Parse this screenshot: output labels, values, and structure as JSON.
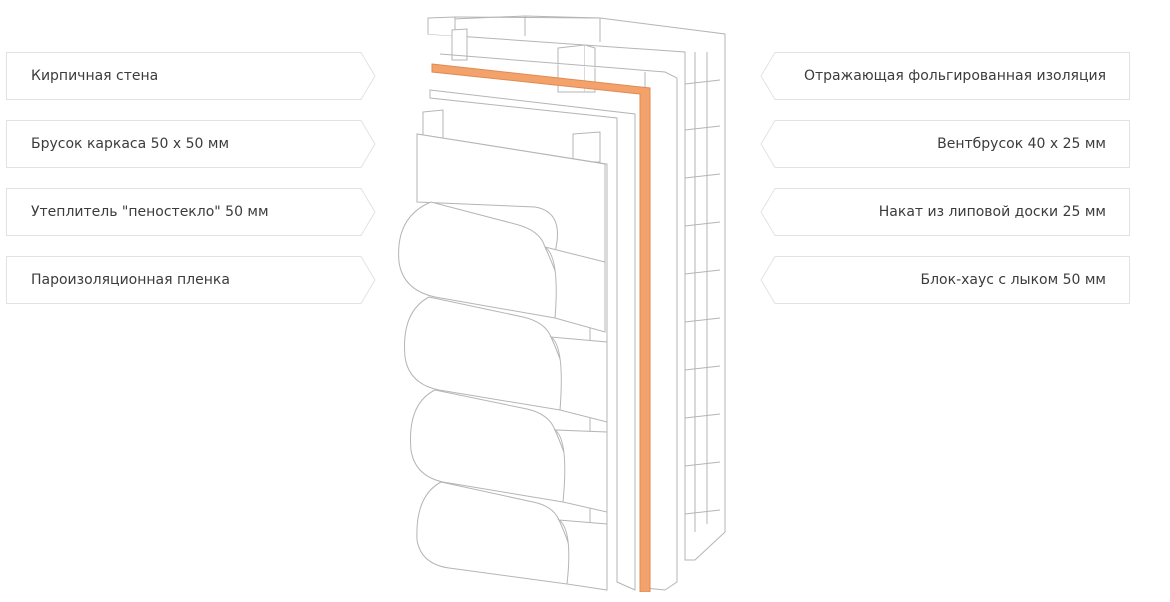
{
  "left_labels": [
    {
      "text": "Кирпичная стена"
    },
    {
      "text": "Брусок каркаса 50 х 50 мм"
    },
    {
      "text": "Утеплитель \"пеностекло\" 50 мм"
    },
    {
      "text": "Пароизоляционная пленка"
    }
  ],
  "right_labels": [
    {
      "text": "Отражающая фольгированная изоляция"
    },
    {
      "text": "Вентбрусок 40 х 25 мм"
    },
    {
      "text": "Накат из липовой доски 25 мм"
    },
    {
      "text": "Блок-хаус с лыком 50 мм"
    }
  ],
  "colors": {
    "label_border": "#e2e2e2",
    "label_text": "#3c3c3c",
    "foil_orange": "#f4a26b",
    "outline": "#b5b5b5"
  }
}
